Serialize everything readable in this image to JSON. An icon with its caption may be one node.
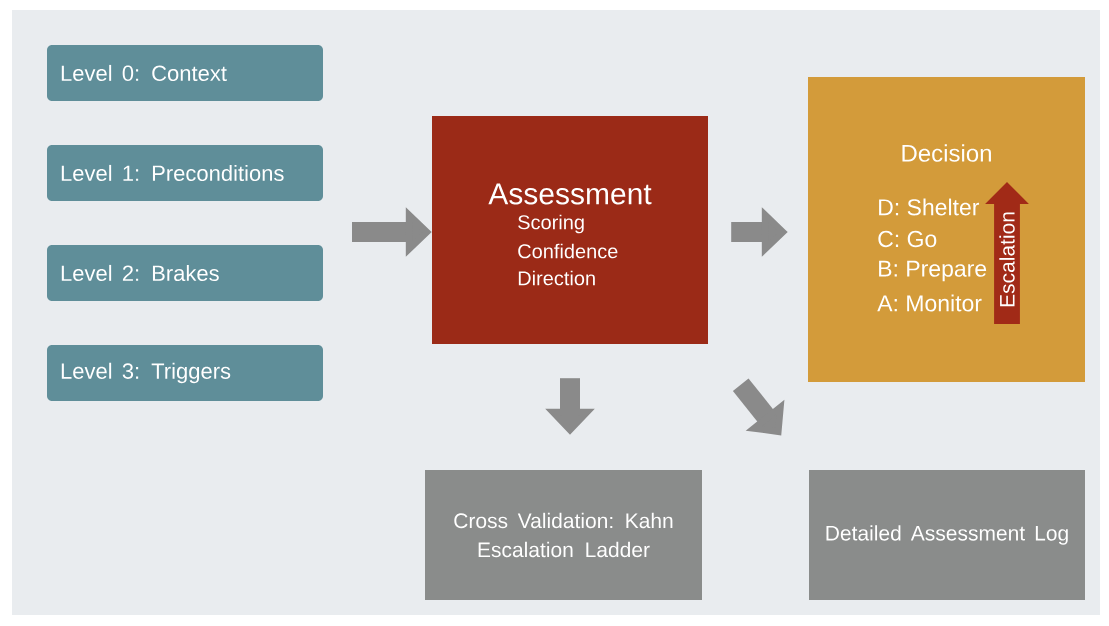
{
  "diagram": {
    "nodes": [
      {
        "text": [
          "Level 0: Context"
        ]
      },
      {
        "text": [
          "Level 1: Preconditions"
        ]
      },
      {
        "text": [
          "Level 2: Brakes"
        ]
      },
      {
        "text": [
          "Level 3: Triggers"
        ]
      },
      {
        "text": [
          "Assessment",
          "Scoring",
          "Confidence",
          "Direction"
        ]
      },
      {
        "text": [
          "Decision",
          "D: Shelter",
          "C: Go",
          "B: Prepare",
          "A: Monitor"
        ]
      },
      {
        "text": [
          "Escalation"
        ],
        "in": 5
      },
      {
        "text": [
          "Cross Validation: Kahn Escalation Ladder"
        ]
      },
      {
        "text": [
          "Detailed Assessment Log"
        ]
      }
    ],
    "edges": [
      {
        "from": null,
        "to": 4,
        "arrow": "to"
      },
      {
        "from": 4,
        "to": 5,
        "arrow": "to"
      },
      {
        "from": 4,
        "to": 7,
        "arrow": "to"
      },
      {
        "from": 4,
        "to": 8,
        "arrow": "to"
      }
    ]
  }
}
